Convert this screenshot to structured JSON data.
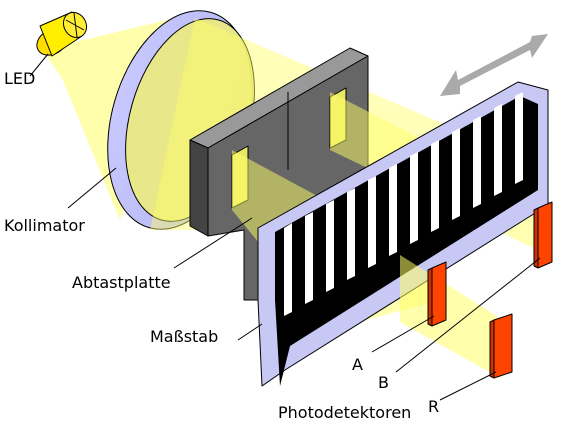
{
  "labels": {
    "led": "LED",
    "kollimator": "Kollimator",
    "abtastplatte": "Abtastplatte",
    "massstab": "Maßstab",
    "detector_a": "A",
    "detector_b": "B",
    "detector_r": "R",
    "photodetektoren": "Photodetektoren"
  },
  "colors": {
    "light": "#ffff66",
    "led": "#ffee00",
    "collimator": "#c8c8ff",
    "plate_front": "#666666",
    "plate_top": "#999999",
    "scale_rim": "#c8c8f5",
    "scale_bars": "#000000",
    "detector": "#ff4400",
    "arrow": "#aaaaaa"
  },
  "icons": {
    "motion_arrow": "double-arrow-icon"
  }
}
